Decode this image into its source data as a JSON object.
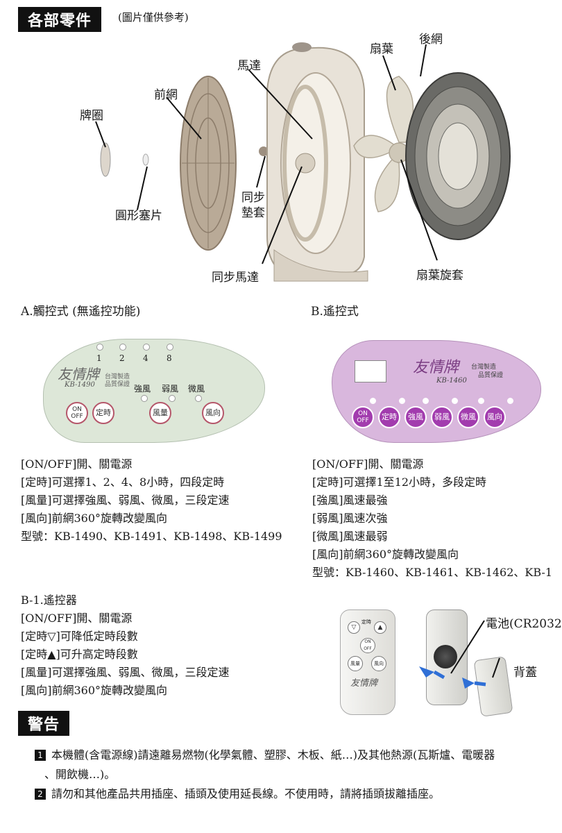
{
  "parts": {
    "header": "各部零件",
    "note": "(圖片僅供參考)",
    "labels": {
      "rear_grille": "後網",
      "blade": "扇葉",
      "motor": "馬達",
      "front_grille": "前網",
      "badge_ring": "牌圈",
      "round_plug": "圓形塞片",
      "sync_gasket_1": "同步",
      "sync_gasket_2": "墊套",
      "sync_motor": "同步馬達",
      "blade_knob": "扇葉旋套"
    }
  },
  "panel_a": {
    "title": "A.觸控式 (無遙控功能)",
    "timer_numbers": [
      "1",
      "2",
      "4",
      "8"
    ],
    "brand": "友情牌",
    "model": "KB-1490",
    "origin_1": "台灣製造",
    "origin_2": "品質保證",
    "speed_labels": [
      "強風",
      "弱風",
      "微風"
    ],
    "buttons": [
      "ON OFF",
      "定時",
      "風量",
      "風向"
    ],
    "desc": [
      "[ON/OFF]開、關電源",
      "[定時]可選擇1、2、4、8小時，四段定時",
      "[風量]可選擇強風、弱風、微風，三段定速",
      "[風向]前網360°旋轉改變風向",
      "型號：KB-1490、KB-1491、KB-1498、KB-1499"
    ]
  },
  "panel_b": {
    "title": "B.遙控式",
    "brand": "友情牌",
    "model": "KB-1460",
    "origin_1": "台灣製造",
    "origin_2": "品質保證",
    "buttons": [
      "ON OFF",
      "定時",
      "強風",
      "弱風",
      "微風",
      "風向"
    ],
    "desc": [
      "[ON/OFF]開、關電源",
      "[定時]可選擇1至12小時，多段定時",
      "[強風]風速最強",
      "[弱風]風速次強",
      "[微風]風速最弱",
      "[風向]前網360°旋轉改變風向",
      "型號：KB-1460、KB-1461、KB-1462、KB-1"
    ]
  },
  "remote": {
    "title": "B-1.遙控器",
    "desc": [
      "[ON/OFF]開、關電源",
      "[定時▽]可降低定時段數",
      "[定時▲]可升高定時段數",
      "[風量]可選擇強風、弱風、微風，三段定速",
      "[風向]前網360°旋轉改變風向"
    ],
    "buttons": [
      "▽",
      "定時",
      "▲",
      "ON OFF",
      "風量",
      "風向"
    ],
    "brand": "友情牌",
    "battery_label": "電池(CR2032",
    "cover_label": "背蓋"
  },
  "warning": {
    "header": "警告",
    "items": [
      {
        "num": "1",
        "text": "本機體(含電源線)請遠離易燃物(化學氣體、塑膠、木板、紙…)及其他熱源(瓦斯爐、電暖器"
      },
      {
        "num": "",
        "text": "、開飲機…)。"
      },
      {
        "num": "2",
        "text": "請勿和其他產品共用插座、插頭及使用延長線。不使用時，請將插頭拔離插座。"
      }
    ]
  },
  "colors": {
    "panel_a": "#dde7d8",
    "panel_b": "#d9b7dd",
    "panel_b_button": "#a23cae",
    "panel_a_button": "#b5566a"
  }
}
